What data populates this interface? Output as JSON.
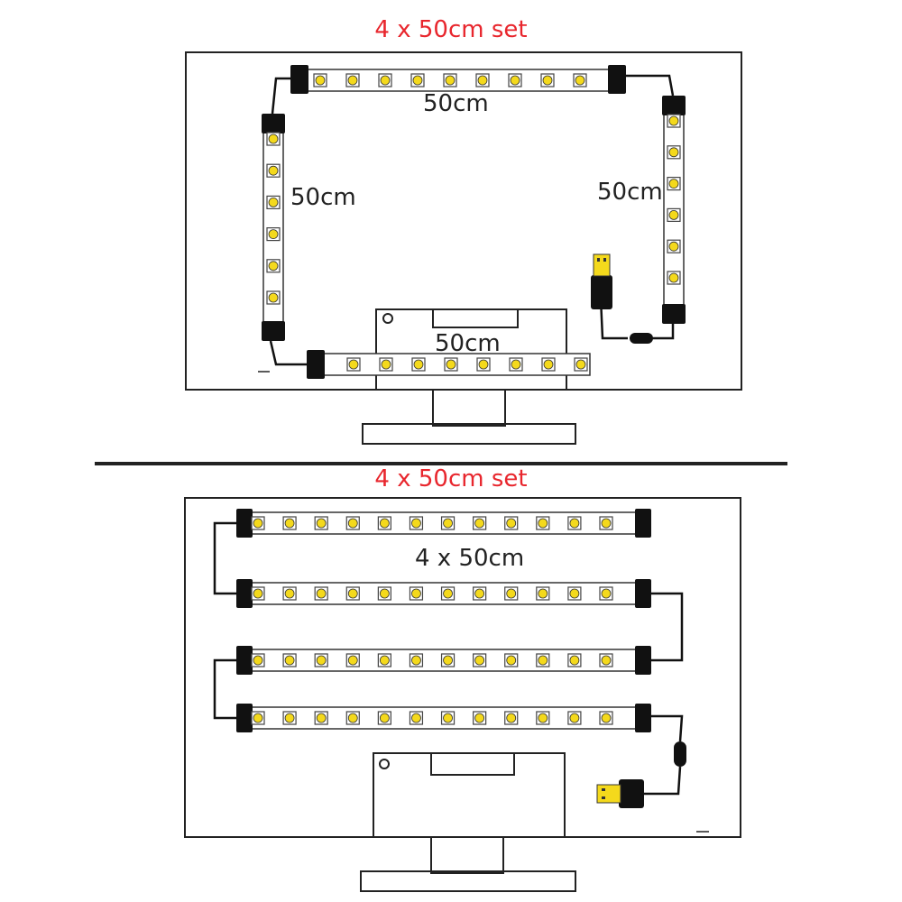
{
  "top_panel": {
    "title": "4 x 50cm set",
    "labels": {
      "top": "50cm",
      "left": "50cm",
      "right": "50cm",
      "bottom": "50cm"
    }
  },
  "bottom_panel": {
    "title": "4 x 50cm set",
    "label": "4 x 50cm"
  },
  "colors": {
    "title": "#e8262d",
    "led": "#f4d91c",
    "outline": "#222222",
    "cap": "#111111"
  },
  "icons": [
    "led-strip",
    "usb-plug-icon",
    "inline-switch-icon",
    "monitor-outline"
  ]
}
